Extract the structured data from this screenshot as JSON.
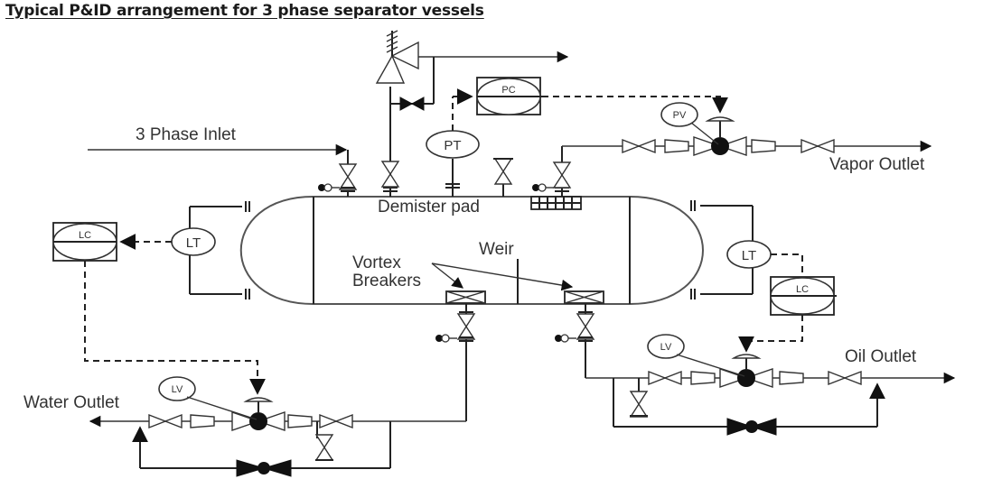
{
  "title": "Typical P&ID arrangement for 3 phase separator vessels",
  "labels": {
    "inlet": "3 Phase Inlet",
    "vapor_outlet": "Vapor Outlet",
    "oil_outlet": "Oil Outlet",
    "water_outlet": "Water Outlet",
    "demister": "Demister pad",
    "weir": "Weir",
    "vortex_line1": "Vortex",
    "vortex_line2": "Breakers"
  },
  "instruments": {
    "pc": "PC",
    "pt": "PT",
    "pv": "PV",
    "lt_left": "LT",
    "lc_left": "LC",
    "lt_right": "LT",
    "lc_right": "LC",
    "lv_water": "LV",
    "lv_oil": "LV"
  },
  "colors": {
    "line": "#222222",
    "vessel": "#555555",
    "text": "#333333"
  }
}
